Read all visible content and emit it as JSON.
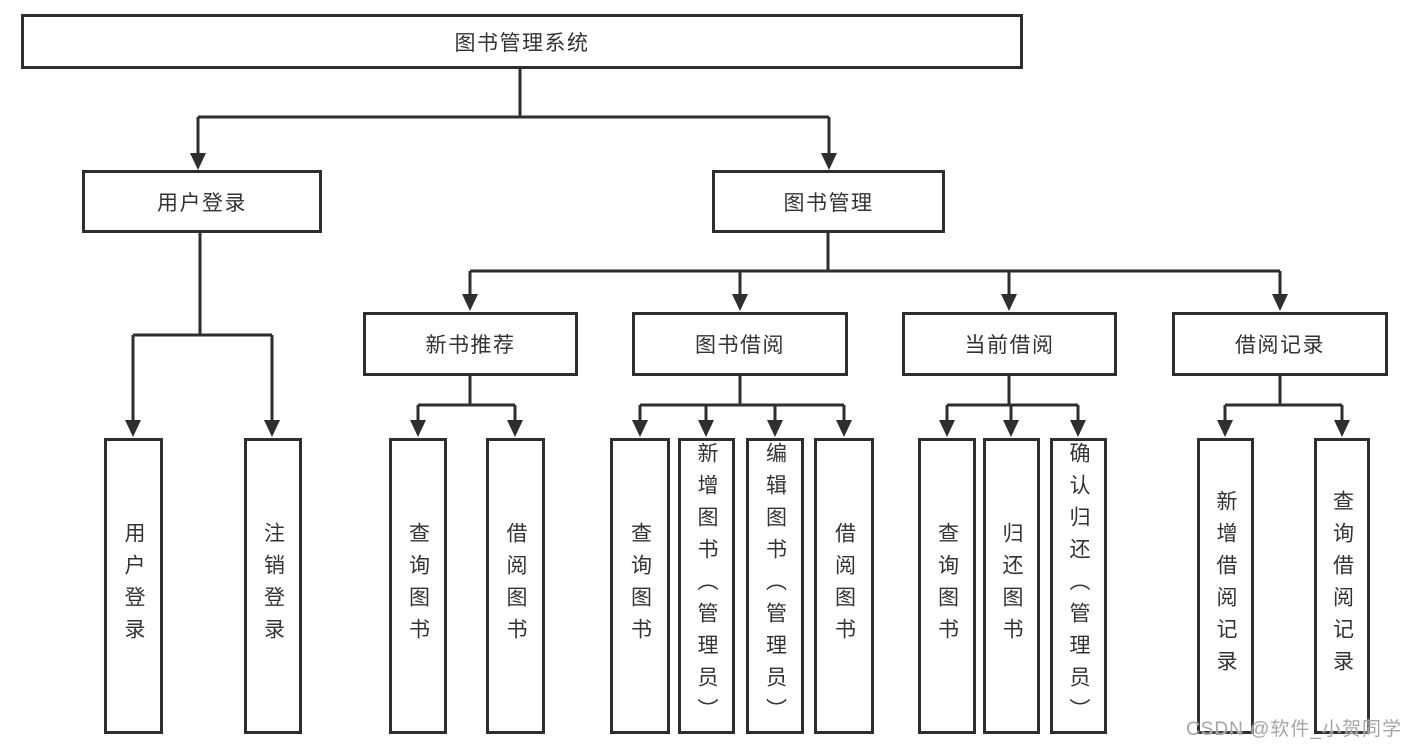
{
  "diagram": {
    "root": {
      "label": "图书管理系统",
      "children": [
        {
          "label": "用户登录",
          "children": [
            {
              "label": "用户登录"
            },
            {
              "label": "注销登录"
            }
          ]
        },
        {
          "label": "图书管理",
          "children": [
            {
              "label": "新书推荐",
              "children": [
                {
                  "label": "查询图书"
                },
                {
                  "label": "借阅图书"
                }
              ]
            },
            {
              "label": "图书借阅",
              "children": [
                {
                  "label": "查询图书"
                },
                {
                  "label": "新增图书（管理员）"
                },
                {
                  "label": "编辑图书（管理员）"
                },
                {
                  "label": "借阅图书"
                }
              ]
            },
            {
              "label": "当前借阅",
              "children": [
                {
                  "label": "查询图书"
                },
                {
                  "label": "归还图书"
                },
                {
                  "label": "确认归还（管理员）"
                }
              ]
            },
            {
              "label": "借阅记录",
              "children": [
                {
                  "label": "新增借阅记录"
                },
                {
                  "label": "查询借阅记录"
                }
              ]
            }
          ]
        }
      ]
    }
  },
  "watermark": {
    "text": "CSDN @软件_小贺同学"
  },
  "colors": {
    "line": "#2e2e2e",
    "text": "#333333",
    "watermark": "#a6a6a6",
    "background": "#ffffff"
  }
}
